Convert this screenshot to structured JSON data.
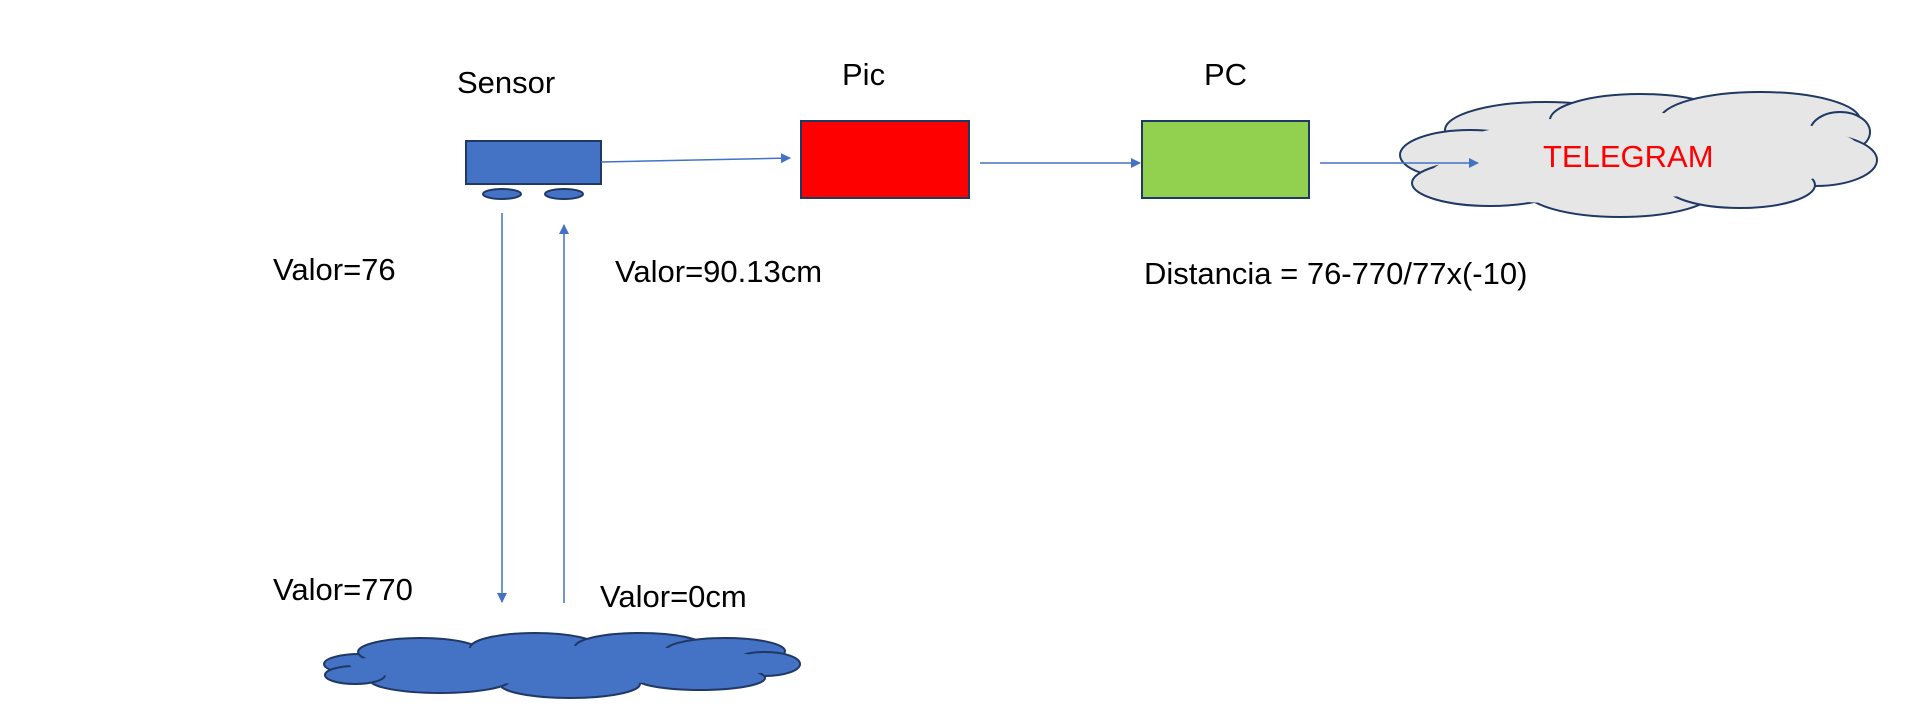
{
  "labels": {
    "sensor": "Sensor",
    "pic": "Pic",
    "pc": "PC",
    "telegram": "TELEGRAM",
    "valor_76": "Valor=76",
    "valor_90": "Valor=90.13cm",
    "distancia": "Distancia = 76-770/77x(-10)",
    "valor_770": "Valor=770",
    "valor_0": "Valor=0cm"
  },
  "colors": {
    "sensor_blue": "#4472C4",
    "pic_red": "#FF0000",
    "pc_green": "#92D050",
    "telegram_cloud": "#E7E6E6",
    "telegram_text": "#FF0000",
    "ground_cloud": "#4472C4",
    "arrow": "#4472C4",
    "outline": "#1F3864"
  }
}
